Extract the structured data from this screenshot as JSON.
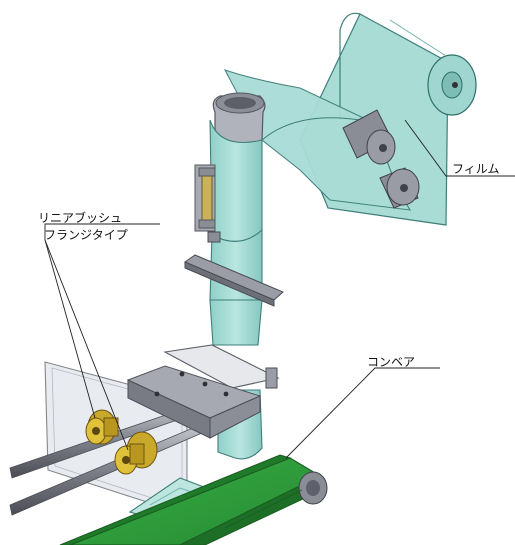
{
  "labels": {
    "film": "フィルム",
    "linear_bushing_line1": "リニアブッシュ",
    "linear_bushing_line2": "フランジタイプ",
    "conveyor": "コンベア"
  },
  "colors": {
    "film": "#a9dcd6",
    "film_edge": "#3e7f7a",
    "metal": "#8d8f99",
    "metal_dark": "#5e606b",
    "brass": "#c9a82a",
    "conveyor_belt": "#2e9a3c",
    "glass": "#e9eef2"
  }
}
